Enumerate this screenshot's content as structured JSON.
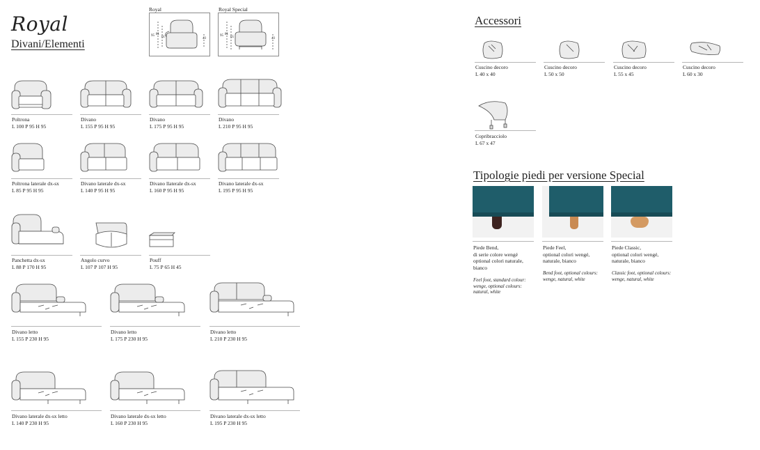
{
  "left": {
    "brand": "Royal",
    "subtitle": "Divani/Elementi",
    "technical": [
      {
        "label": "Royal",
        "dims": [
          "95",
          "81",
          "61",
          "43"
        ]
      },
      {
        "label": "Royal Special",
        "dims": [
          "95",
          "81",
          "65",
          "43"
        ]
      }
    ],
    "products": [
      {
        "name": "Poltrona",
        "dims": "L 100 P 95 H 95"
      },
      {
        "name": "Divano",
        "dims": "L 155 P 95 H 95"
      },
      {
        "name": "Divano",
        "dims": "L 175 P 95 H 95"
      },
      {
        "name": "Divano",
        "dims": "L 210 P 95 H 95"
      },
      {
        "name": "Poltrona laterale dx-sx",
        "dims": "L 85 P 95 H 95"
      },
      {
        "name": "Divano laterale dx-sx",
        "dims": "L 140 P 95 H 95"
      },
      {
        "name": "Divano llaterale dx-sx",
        "dims": "L 160 P 95 H 95"
      },
      {
        "name": "Divano laterale dx-sx",
        "dims": "L 195 P 95 H 95"
      },
      {
        "name": "Panchetta dx-sx",
        "dims": "L 88 P 170 H 95"
      },
      {
        "name": "Angolo curvo",
        "dims": "L 107 P 107 H 95"
      },
      {
        "name": "Pouff",
        "dims": "L 75 P 65 H 45"
      },
      {
        "name": "Divano letto",
        "dims": "L 155 P 230 H 95"
      },
      {
        "name": "Divano letto",
        "dims": "L 175 P 230 H 95"
      },
      {
        "name": "Divano letto",
        "dims": "L 210 P 230 H 95"
      },
      {
        "name": "Divano laterale dx-sx letto",
        "dims": "L 140 P 230 H 95"
      },
      {
        "name": "Divano laterale dx-sx letto",
        "dims": "L 160 P 230 H 95"
      },
      {
        "name": "Divano laterale dx-sx letto",
        "dims": "L 195 P 230 H 95"
      }
    ]
  },
  "right": {
    "accessories_heading": "Accessori",
    "accessories": [
      {
        "name": "Cuscino decoro",
        "dims": "L 40 x 40"
      },
      {
        "name": "Cuscino decoro",
        "dims": "L 50 x 50"
      },
      {
        "name": "Cuscino decoro",
        "dims": "L 55 x 45"
      },
      {
        "name": "Cuscino decoro",
        "dims": "L 60 x 30"
      },
      {
        "name": "Copribracciolo",
        "dims": "L 67 x 47"
      }
    ],
    "feet_heading": "Tipologie piedi per versione Special",
    "feet": [
      {
        "name": "Piede Bend,\ndi serie colore wengé\noptional colori naturale,\nbianco",
        "en": "Feel foot, standard colour: wenge, optional colours: natural, white",
        "foot_color": "#4a2a22"
      },
      {
        "name": "Piede Feel,\noptional colori wengé,\nnaturale, bianco",
        "en": "Bend foot, optional colours: wenge, natural, white",
        "foot_color": "#c98a52"
      },
      {
        "name": "Piede Classic,\noptional colori wengé,\nnaturale, bianco",
        "en": "Classic foot, optional colours: wenge, natural, white",
        "foot_color": "#d49a62"
      }
    ],
    "fabric_color": "#1f5d6a"
  }
}
